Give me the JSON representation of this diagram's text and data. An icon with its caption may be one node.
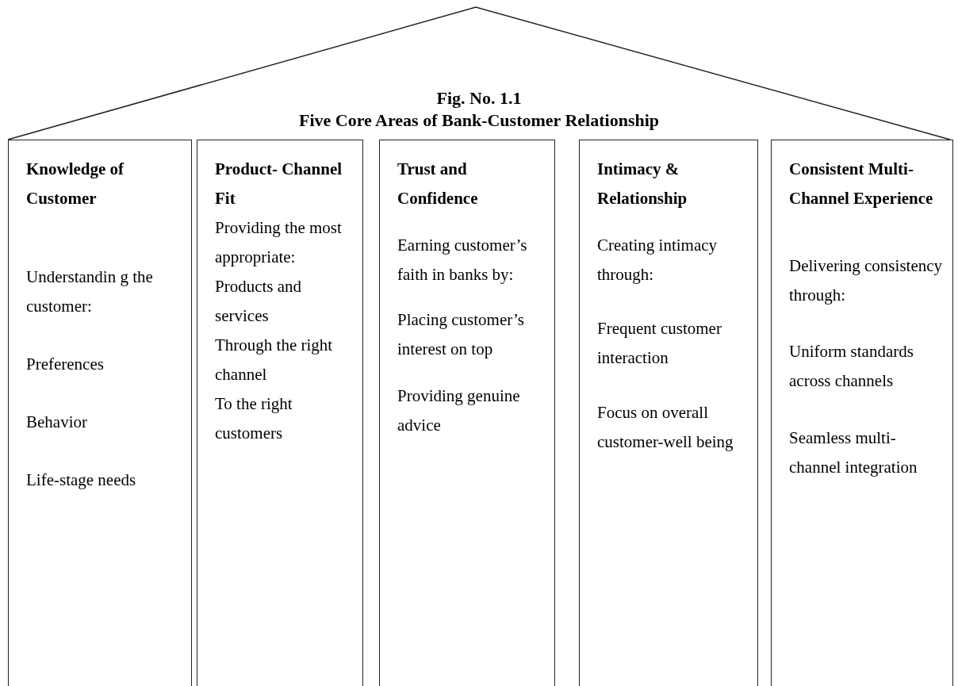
{
  "diagram": {
    "title": "Five Core Areas of Bank-Customer Relationship",
    "nodes": [
      {
        "text": [
          "Knowledge of Customer",
          "Understandin g the customer:",
          "Preferences",
          "Behavior",
          "Life-stage needs"
        ]
      },
      {
        "text": [
          "Product- Channel Fit",
          "Providing the most appropriate:",
          "Products and services",
          "Through the right channel",
          "To the right customers"
        ]
      },
      {
        "text": [
          "Trust and Confidence",
          "Earning customer’s faith in banks by:",
          "Placing customer’s interest on top",
          "Providing genuine advice"
        ]
      },
      {
        "text": [
          "Intimacy & Relationship",
          "Creating intimacy through:",
          "Frequent customer interaction",
          "Focus on overall customer-well being"
        ]
      },
      {
        "text": [
          "Consistent Multi- Channel Experience",
          "Delivering consistency through:",
          "Uniform standards across channels",
          "Seamless multi- channel integration"
        ]
      }
    ],
    "labels": [
      "Fig. No. 1.1"
    ]
  }
}
